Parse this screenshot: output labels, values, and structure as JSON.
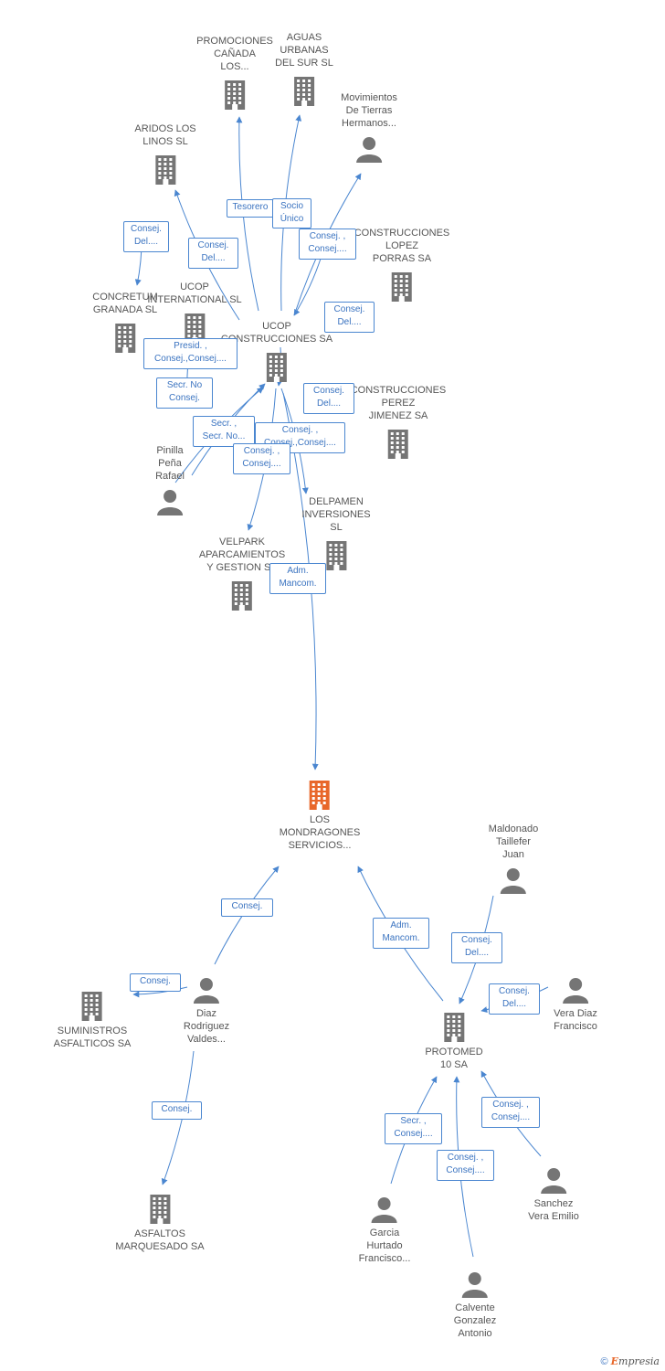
{
  "colors": {
    "edge": "#4a86d0",
    "icon": "#757575",
    "focus": "#e8672a",
    "label": "#555555"
  },
  "nodes": [
    {
      "id": "promociones",
      "label": "PROMOCIONES\nCAÑADA\nLOS...",
      "type": "company"
    },
    {
      "id": "aguas",
      "label": "AGUAS\nURBANAS\nDEL SUR SL",
      "type": "company"
    },
    {
      "id": "movimientos",
      "label": "Movimientos\nDe Tierras\nHermanos...",
      "type": "person"
    },
    {
      "id": "aridos",
      "label": "ARIDOS LOS\nLINOS  SL",
      "type": "company"
    },
    {
      "id": "concretum",
      "label": "CONCRETUM\nGRANADA SL",
      "type": "company"
    },
    {
      "id": "ucop_int",
      "label": "UCOP\nINTERNATIONAL SL",
      "type": "company"
    },
    {
      "id": "ucop",
      "label": "UCOP\nCONSTRUCCIONES SA",
      "type": "company"
    },
    {
      "id": "lopez",
      "label": "CONSTRUCCIONES\nLOPEZ\nPORRAS SA",
      "type": "company"
    },
    {
      "id": "perez",
      "label": "CONSTRUCCIONES\nPEREZ\nJIMENEZ SA",
      "type": "company"
    },
    {
      "id": "pinilla",
      "label": "Pinilla\nPeña\nRafael",
      "type": "person"
    },
    {
      "id": "delpamen",
      "label": "DELPAMEN\nINVERSIONES\nSL",
      "type": "company"
    },
    {
      "id": "velpark",
      "label": "VELPARK\nAPARCAMIENTOS\nY GESTION SA",
      "type": "company"
    },
    {
      "id": "mondragones",
      "label": "LOS\nMONDRAGONES\nSERVICIOS...",
      "type": "focus"
    },
    {
      "id": "maldonado",
      "label": "Maldonado\nTaillefer\nJuan",
      "type": "person"
    },
    {
      "id": "diaz",
      "label": "Diaz\nRodriguez\nValdes...",
      "type": "person"
    },
    {
      "id": "suministros",
      "label": "SUMINISTROS\nASFALTICOS SA",
      "type": "company"
    },
    {
      "id": "vera_diaz",
      "label": "Vera Diaz\nFrancisco",
      "type": "person"
    },
    {
      "id": "protomed",
      "label": "PROTOMED\n10 SA",
      "type": "company"
    },
    {
      "id": "asfaltos",
      "label": "ASFALTOS\nMARQUESADO SA",
      "type": "company"
    },
    {
      "id": "sanchez",
      "label": "Sanchez\nVera Emilio",
      "type": "person"
    },
    {
      "id": "garcia",
      "label": "Garcia\nHurtado\nFrancisco...",
      "type": "person"
    },
    {
      "id": "calvente",
      "label": "Calvente\nGonzalez\nAntonio",
      "type": "person"
    }
  ],
  "edge_labels": [
    {
      "id": "tesorero",
      "text": "Tesorero"
    },
    {
      "id": "socio",
      "text": "Socio\nÚnico"
    },
    {
      "id": "consej_lopez_top",
      "text": "Consej. ,\nConsej...."
    },
    {
      "id": "consej_aridos_1",
      "text": "Consej.\nDel...."
    },
    {
      "id": "consej_aridos_2",
      "text": "Consej.\nDel...."
    },
    {
      "id": "consej_lopez",
      "text": "Consej.\nDel...."
    },
    {
      "id": "presid",
      "text": "Presid. ,\nConsej.,Consej...."
    },
    {
      "id": "secr_no",
      "text": "Secr.  No\nConsej."
    },
    {
      "id": "consej_perez",
      "text": "Consej.\nDel...."
    },
    {
      "id": "secr_secr",
      "text": "Secr. ,\nSecr. No..."
    },
    {
      "id": "consej_delp",
      "text": "Consej. ,\nConsej.,Consej...."
    },
    {
      "id": "consej_pin",
      "text": "Consej. ,\nConsej...."
    },
    {
      "id": "adm_ucop",
      "text": "Adm.\nMancom."
    },
    {
      "id": "consej_diaz_mon",
      "text": "Consej."
    },
    {
      "id": "adm_prot",
      "text": "Adm.\nMancom."
    },
    {
      "id": "consej_mald",
      "text": "Consej.\nDel...."
    },
    {
      "id": "consej_sumin",
      "text": "Consej."
    },
    {
      "id": "consej_vera",
      "text": "Consej.\nDel...."
    },
    {
      "id": "consej_asf",
      "text": "Consej."
    },
    {
      "id": "consej_sanchez",
      "text": "Consej. ,\nConsej...."
    },
    {
      "id": "secr_garcia",
      "text": "Secr. ,\nConsej...."
    },
    {
      "id": "consej_calv",
      "text": "Consej. ,\nConsej...."
    }
  ],
  "footer": {
    "copyright": "©",
    "brand_initial": "E",
    "brand_rest": "mpresia"
  }
}
